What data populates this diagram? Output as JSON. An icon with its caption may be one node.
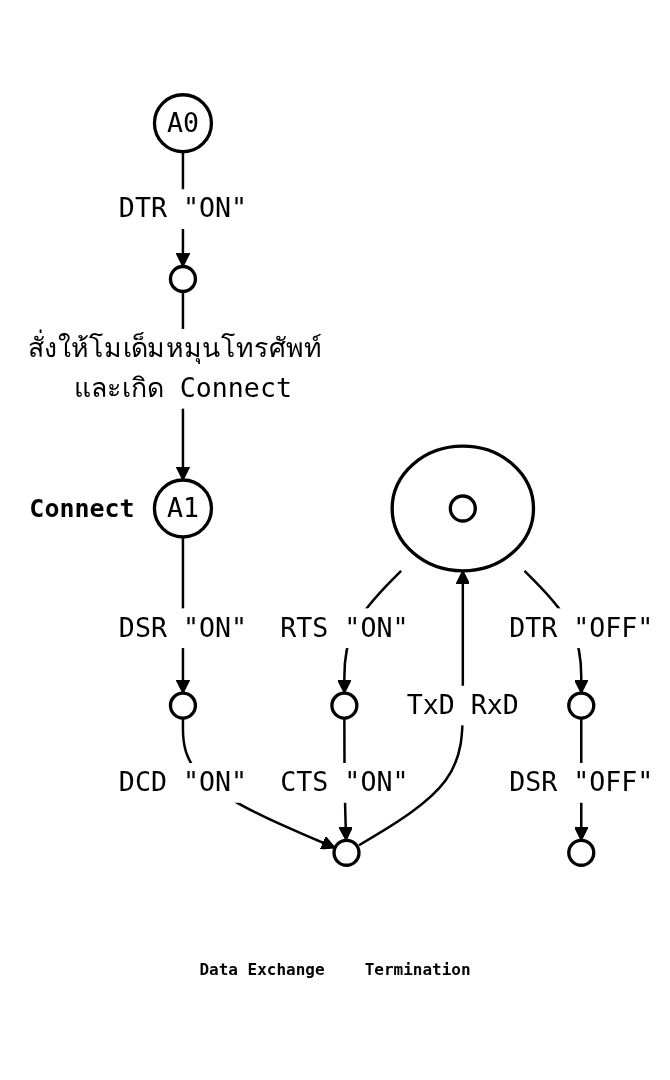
{
  "diagram": {
    "nodes": [
      {
        "text": [
          "A0"
        ]
      },
      {
        "text": [],
        "shape": "circle"
      },
      {
        "text": [
          "A1"
        ],
        "beside": [
          "Connect"
        ]
      },
      {
        "text": [],
        "shape": "circle"
      },
      {
        "text": [],
        "shape": "circle"
      },
      {
        "text": [],
        "shape": "circle"
      },
      {
        "text": [],
        "shape": "circle",
        "in": 5
      },
      {
        "text": [],
        "shape": "circle"
      },
      {
        "text": [],
        "shape": "circle"
      },
      {
        "text": [],
        "shape": "circle"
      }
    ],
    "edges": [
      {
        "from": 0,
        "to": 1,
        "arrow": "to",
        "label": "DTR \"ON\""
      },
      {
        "from": 1,
        "to": 2,
        "arrow": "to",
        "label": "สั่งให้โมเด็มหมุนโทรศัพท์ และเกิด Connect"
      },
      {
        "from": 2,
        "to": 3,
        "arrow": "to",
        "label": "DSR \"ON\""
      },
      {
        "from": 3,
        "to": 4,
        "arrow": "to",
        "label": "DCD \"ON\""
      },
      {
        "from": 4,
        "to": 5,
        "arrow": "to",
        "label": "TxD RxD"
      },
      {
        "from": 5,
        "to": 7,
        "arrow": "to",
        "label": "RTS \"ON\""
      },
      {
        "from": 7,
        "to": 4,
        "arrow": "to",
        "label": "CTS \"ON\""
      },
      {
        "from": 5,
        "to": 8,
        "arrow": "to",
        "label": "DTR \"OFF\""
      },
      {
        "from": 8,
        "to": 9,
        "arrow": "to",
        "label": "DSR \"OFF\""
      }
    ],
    "labels": [
      "Data Exchange",
      "Termination"
    ]
  }
}
